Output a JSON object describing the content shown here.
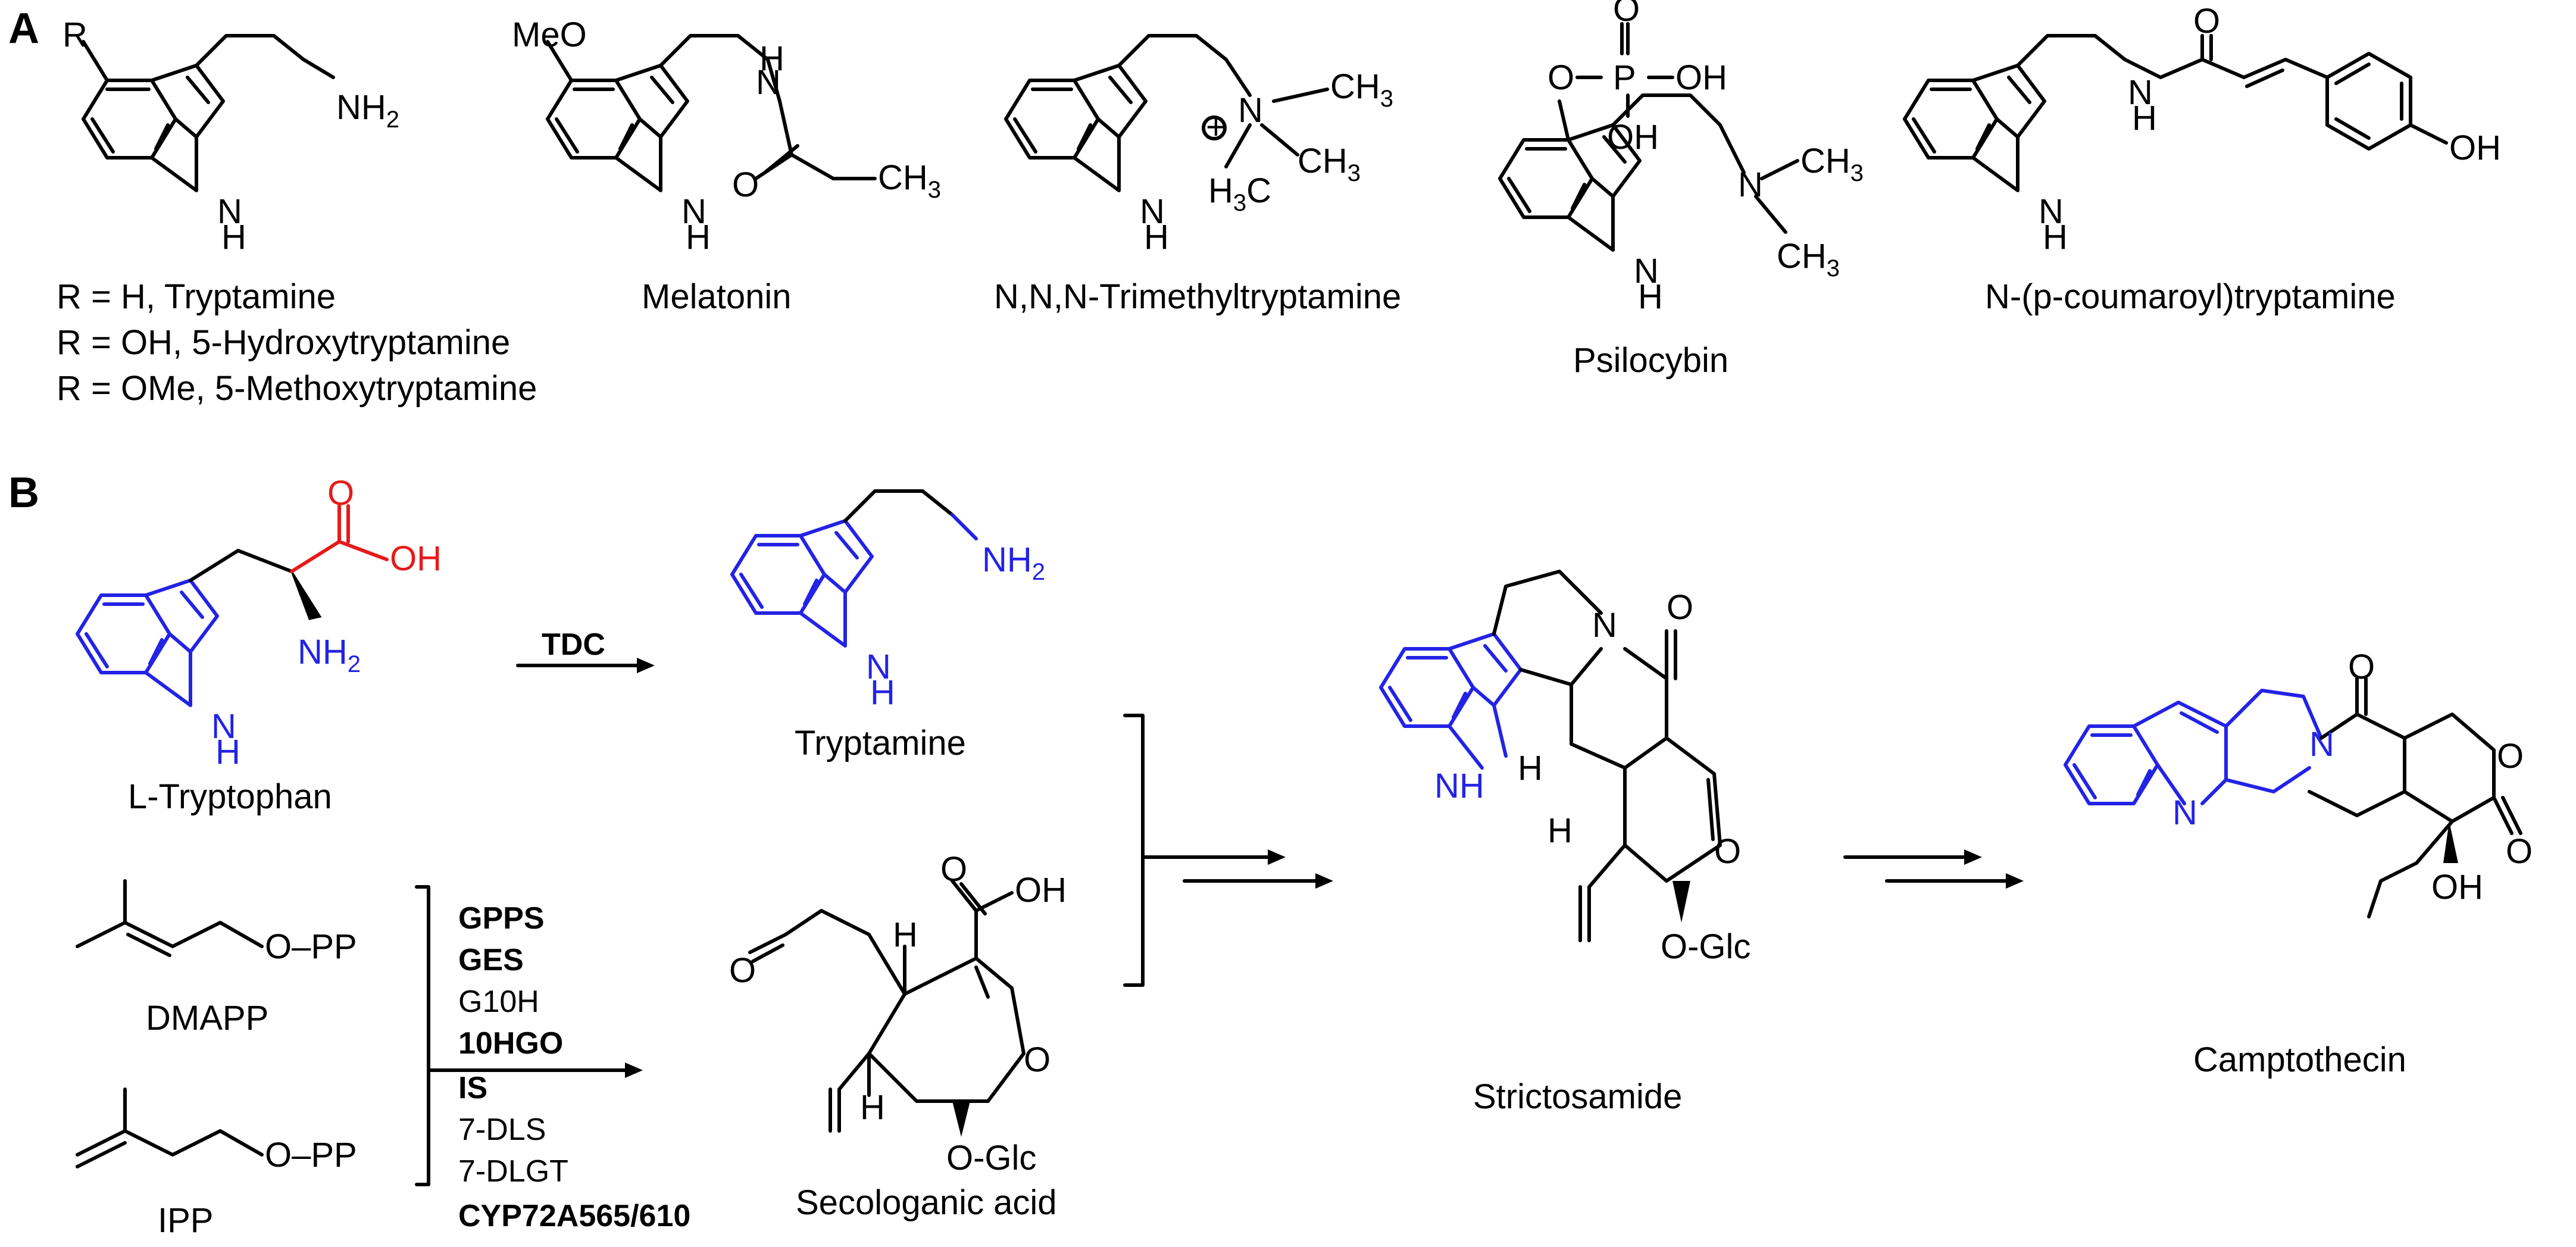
{
  "panels": {
    "a": "A",
    "b": "B"
  },
  "colors": {
    "indole_core": "#2323e6",
    "carboxyl": "#e61a1a",
    "default": "#000000"
  },
  "panel_a": {
    "tryptamines": {
      "r_atom": "R",
      "line1": "R = H, Tryptamine",
      "line2": "R = OH, 5-Hydroxytryptamine",
      "line3": "R = OMe, 5-Methoxytryptamine"
    },
    "melatonin": {
      "name": "Melatonin",
      "meo": "MeO",
      "ch3": "CH3"
    },
    "trimethyl": {
      "name": "N,N,N-Trimethyltryptamine",
      "charge": "+"
    },
    "psilocybin": {
      "name": "Psilocybin",
      "o": "O",
      "p": "P",
      "oh": "OH"
    },
    "coumaroyl": {
      "name": "N-(p-coumaroyl)tryptamine",
      "oh": "OH",
      "o": "O"
    }
  },
  "panel_b": {
    "tryptophan": {
      "name": "L-Tryptophan",
      "oh": "OH",
      "o": "O",
      "nh2": "NH2"
    },
    "tdc": "TDC",
    "tryptamine": {
      "name": "Tryptamine"
    },
    "dmapp": {
      "name": "DMAPP",
      "opp": "O–PP"
    },
    "ipp": {
      "name": "IPP",
      "opp": "O–PP"
    },
    "enzymes": [
      "GPPS",
      "GES",
      "G10H",
      "10HGO",
      "IS",
      "7-DLS",
      "7-DLGT",
      "CYP72A565/610"
    ],
    "secologanic": {
      "name": "Secologanic acid",
      "oh": "OH",
      "glc": "O-Glc"
    },
    "strictosamide": {
      "name": "Strictosamide",
      "glc": "O-Glc"
    },
    "camptothecin": {
      "name": "Camptothecin",
      "oh": "OH"
    }
  }
}
